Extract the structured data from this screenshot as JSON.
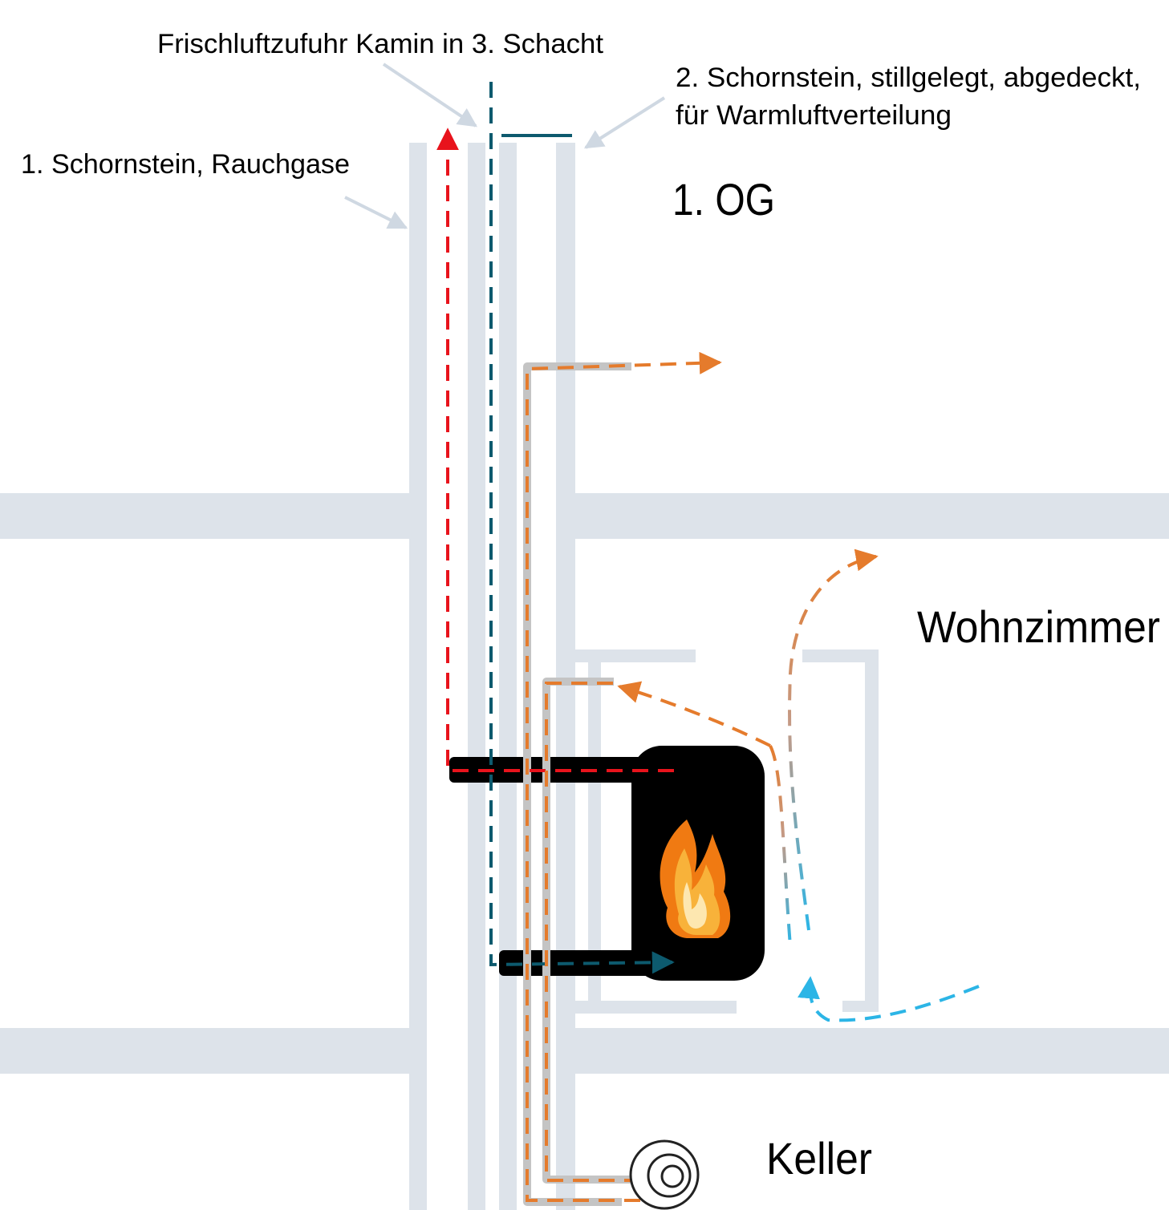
{
  "labels": {
    "fresh_air": "Frischluftzufuhr Kamin in 3. Schacht",
    "chimney2_line1": "2. Schornstein, stillgelegt, abgedeckt,",
    "chimney2_line2": "für Warmluftverteilung",
    "chimney1": "1. Schornstein, Rauchgase",
    "floor_upper": "1. OG",
    "room_living": "Wohnzimmer",
    "room_basement": "Keller"
  },
  "colors": {
    "wall": "#dde3ea",
    "flue_gas": "#e8131c",
    "fresh_air": "#0d5a6e",
    "warm_air": "#e57b2c",
    "room_air": "#2cb5e6",
    "duct": "#c4c4c4",
    "stove": "#000000",
    "leader": "#cfd8e2"
  },
  "icons": {
    "stove": "stove-icon",
    "flame": "flame-icon",
    "fan": "fan-icon"
  }
}
